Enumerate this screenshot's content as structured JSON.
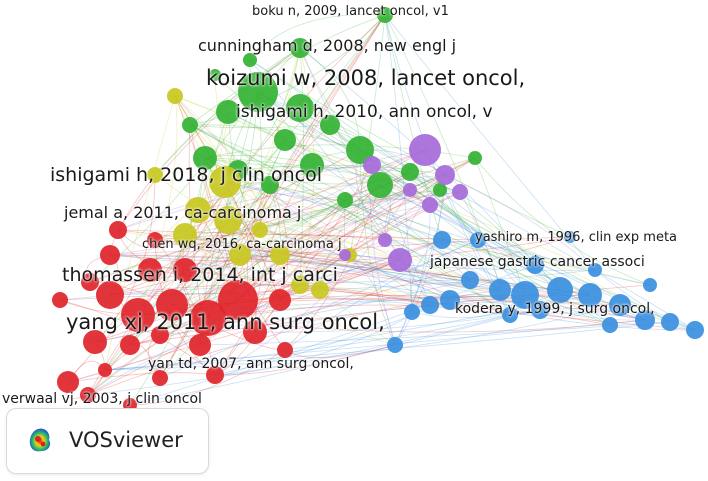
{
  "clusters": {
    "green": "#33b233",
    "yellow": "#c8c820",
    "purple": "#a66ad9",
    "red": "#e0242a",
    "blue": "#3a8fe0"
  },
  "labels": {
    "boku": "boku n, 2009, lancet oncol, v1",
    "cunningham": "cunningham d, 2008, new engl j",
    "koizumi": "koizumi w, 2008, lancet oncol,",
    "ishigami2010": "ishigami h, 2010, ann oncol, v",
    "ishigami2018": "ishigami h, 2018, j clin oncol",
    "jemal": "jemal a, 2011, ca-carcinoma j",
    "chen": "chen wq, 2016, ca-carcinoma j",
    "thomassen": "thomassen i, 2014, int j carci",
    "yang": "yang xj, 2011, ann surg oncol,",
    "yan": "yan td, 2007, ann surg oncol,",
    "verwaal": "verwaal vj, 2003, j clin oncol",
    "yashiro": "yashiro m, 1996, clin exp meta",
    "jgca": "japanese gastric cancer associ",
    "kodera": "kodera y, 1999, j surg oncol,"
  },
  "brand": {
    "name": "VOSviewer",
    "logo_icon": "vosviewer-logo-icon"
  }
}
